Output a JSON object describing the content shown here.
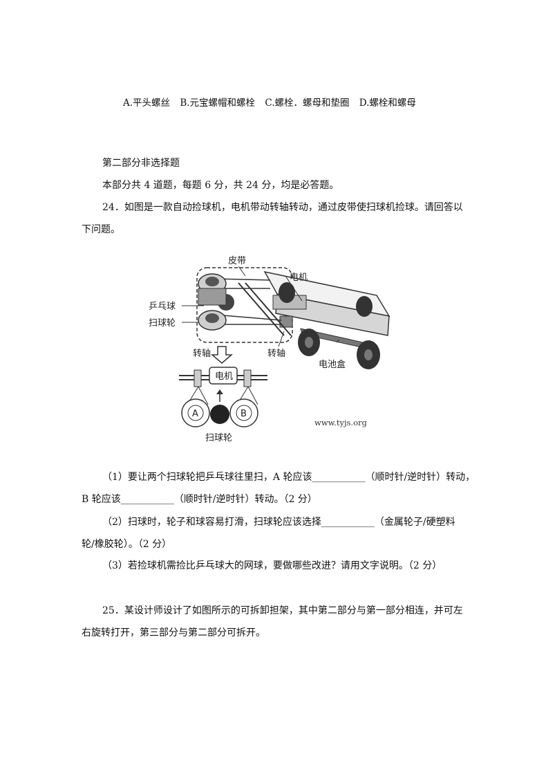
{
  "question23": {
    "options": [
      "A.平头螺丝",
      "B.元宝螺帽和螺栓",
      "C.螺栓．螺母和垫圈",
      "D.螺栓和螺母"
    ]
  },
  "part2": {
    "heading": "第二部分非选择题",
    "intro": "本部分共 4 道题，每题 6 分，共 24 分，均是必答题。"
  },
  "question24": {
    "stem_line1": "24．如图是一款自动捡球机，电机带动转轴转动，通过皮带使扫球机捡球。请回答以",
    "stem_line2": "下问题。",
    "figure": {
      "label_belt": "皮带",
      "label_motor": "电机",
      "label_ball": "乒乓球",
      "label_sweeper": "扫球轮",
      "label_axle_left": "转轴",
      "label_axle_right": "转轴",
      "label_battery": "电池盒",
      "label_motor_box": "电机",
      "label_a": "A",
      "label_b": "B",
      "label_sweeper_bottom": "扫球轮",
      "url": "www.tyjs.org"
    },
    "sub1_line1": "（1）要让两个扫球轮把乒乓球往里扫，A 轮应该___________（顺时针/逆时针）转动，",
    "sub1_line2": "B 轮应该___________（顺时针/逆时针）转动。（2 分）",
    "sub2_line1": "（2）扫球时，轮子和球容易打滑，扫球轮应该选择___________（金属轮子/硬塑料",
    "sub2_line2": "轮/橡胶轮）。（2 分）",
    "sub3": "（3）若捡球机需捡比乒乓球大的网球，要做哪些改进？请用文字说明。（2 分）"
  },
  "question25": {
    "line1": "25．某设计师设计了如图所示的可拆卸担架，其中第二部分与第一部分相连，并可左",
    "line2": "右旋转打开，第三部分与第二部分可拆开。"
  }
}
